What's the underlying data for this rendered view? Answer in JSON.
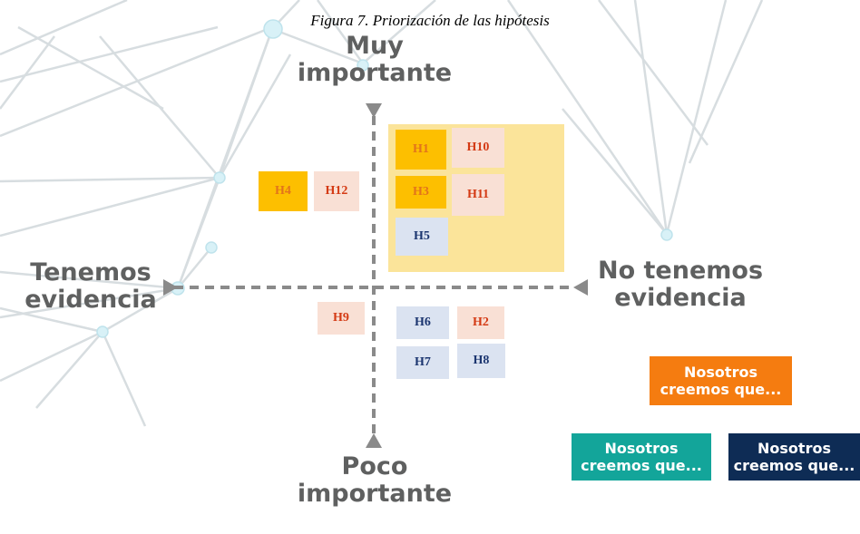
{
  "caption": "Figura 7. Priorización de las hipótesis",
  "axes": {
    "top": [
      "Muy",
      "importante"
    ],
    "bottom": [
      "Poco",
      "importante"
    ],
    "left": [
      "Tenemos",
      "evidencia"
    ],
    "right": [
      "No tenemos",
      "evidencia"
    ]
  },
  "hypotheses": [
    {
      "id": "h1",
      "label": "H1",
      "style": "amber"
    },
    {
      "id": "h10",
      "label": "H10",
      "style": "pink"
    },
    {
      "id": "h3",
      "label": "H3",
      "style": "amber"
    },
    {
      "id": "h11",
      "label": "H11",
      "style": "pink"
    },
    {
      "id": "h5",
      "label": "H5",
      "style": "blue"
    },
    {
      "id": "h4",
      "label": "H4",
      "style": "amber"
    },
    {
      "id": "h12",
      "label": "H12",
      "style": "pink"
    },
    {
      "id": "h9",
      "label": "H9",
      "style": "pink"
    },
    {
      "id": "h6",
      "label": "H6",
      "style": "blue"
    },
    {
      "id": "h2",
      "label": "H2",
      "style": "pink"
    },
    {
      "id": "h7",
      "label": "H7",
      "style": "blue"
    },
    {
      "id": "h8",
      "label": "H8",
      "style": "blue"
    }
  ],
  "notes": [
    {
      "id": "orange",
      "lines": [
        "Nosotros",
        "creemos que..."
      ],
      "color": "#f57c10"
    },
    {
      "id": "teal",
      "lines": [
        "Nosotros",
        "creemos que..."
      ],
      "color": "#13a59a"
    },
    {
      "id": "navy",
      "lines": [
        "Nosotros",
        "creemos que..."
      ],
      "color": "#0e2c55"
    }
  ],
  "colors": {
    "axis": "#8a8a8a",
    "highlight_zone": "#fbe49a",
    "amber": "#fdbf00",
    "pink": "#f9e0d5",
    "blue": "#dbe3f1",
    "network_line": "#d7dde0",
    "network_node": "#d8f1f7"
  }
}
